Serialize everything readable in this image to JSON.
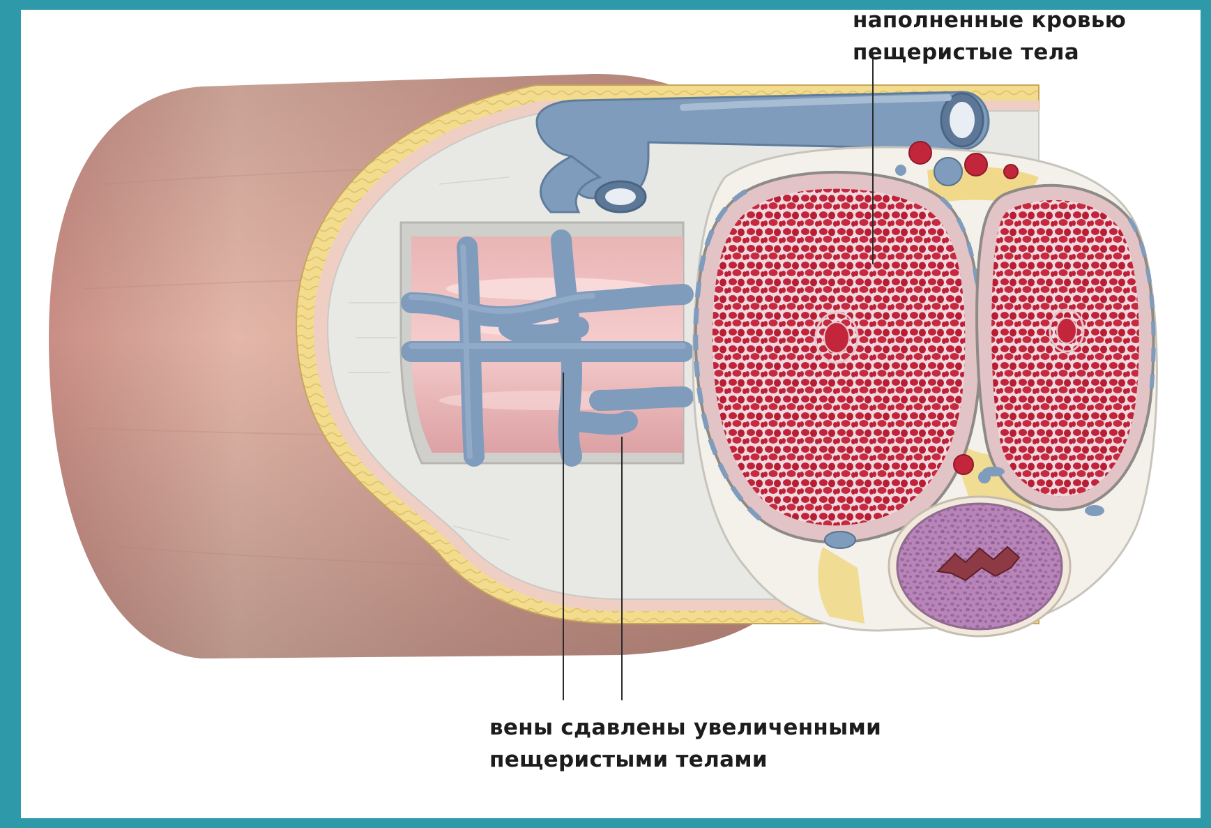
{
  "labels": {
    "engorged_bodies": {
      "line1": "наполненные кровью",
      "line2": "пещеристые тела"
    },
    "compressed_veins": {
      "line1": "вены сдавлены увеличенными",
      "line2": "пещеристыми телами"
    }
  },
  "colors": {
    "frame_border": "#2e9aa9",
    "skin": "#d8a79a",
    "fat_layer": "#f1d98b",
    "fascia": "#e9e9e6",
    "vein": "#7f9cbc",
    "cavernous_tissue": "#c3263b",
    "spongy_body": "#b07cb0"
  }
}
